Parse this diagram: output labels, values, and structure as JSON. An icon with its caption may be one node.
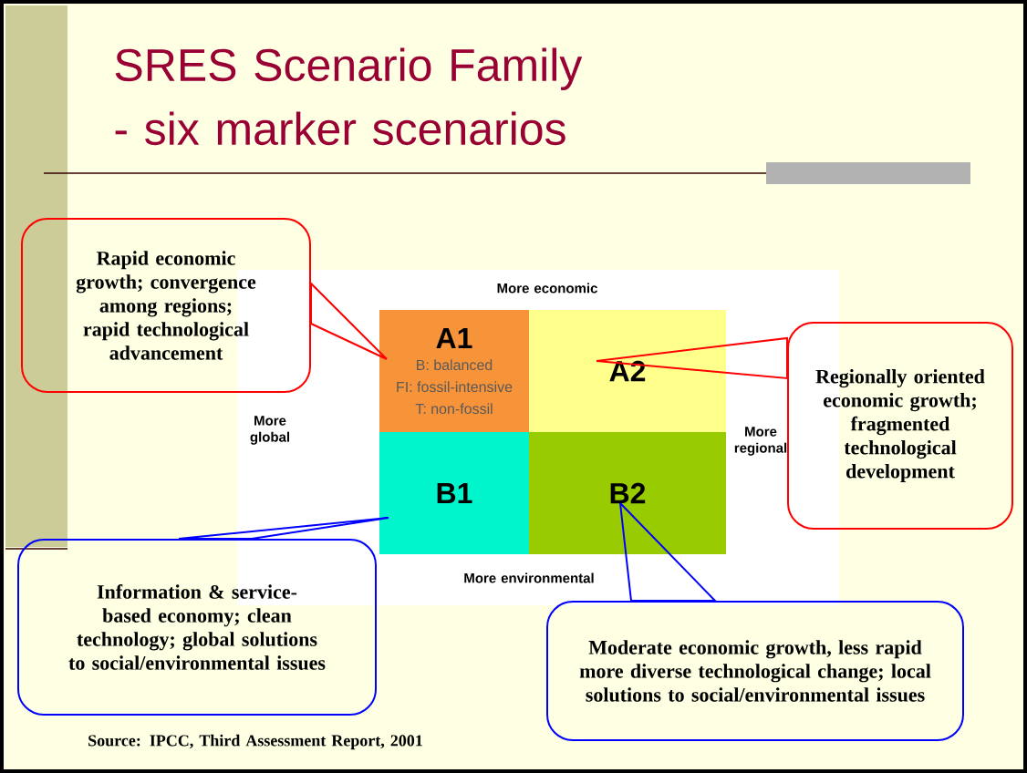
{
  "diagram": {
    "title": "SRES Scenario Family - six marker scenarios",
    "nodes": [
      {
        "text": [
          "A1",
          "B: balanced",
          "FI: fossil-intensive",
          "T: non-fossil"
        ]
      },
      {
        "text": [
          "A2"
        ]
      },
      {
        "text": [
          "B1"
        ]
      },
      {
        "text": [
          "B2"
        ]
      },
      {
        "text": [
          "Rapid economic growth; convergence among regions; rapid technological advancement"
        ]
      },
      {
        "text": [
          "Regionally oriented economic growth; fragmented technological development"
        ]
      },
      {
        "text": [
          "Information & service-based economy; clean technology; global solutions to social/environmental issues"
        ]
      },
      {
        "text": [
          "Moderate economic growth, less rapid more diverse technological change; local solutions to social/environmental issues"
        ]
      }
    ],
    "edges": [
      {
        "from": 4,
        "to": 0,
        "arrow": "none",
        "color": "#ff0000"
      },
      {
        "from": 5,
        "to": 1,
        "arrow": "none",
        "color": "#ff0000"
      },
      {
        "from": 6,
        "to": 2,
        "arrow": "none",
        "color": "#0000ff"
      },
      {
        "from": 7,
        "to": 3,
        "arrow": "none",
        "color": "#0000ff"
      }
    ],
    "labels": [
      "More economic",
      "More global",
      "More regional",
      "More environmental",
      "Source: IPCC, Third Assessment Report, 2001"
    ]
  }
}
